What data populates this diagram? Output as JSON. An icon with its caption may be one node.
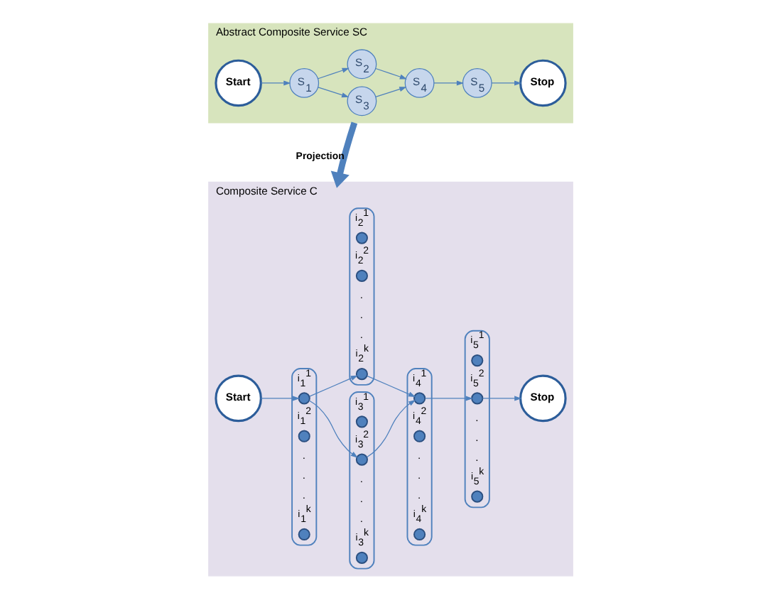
{
  "diagram": {
    "nodes": [
      {
        "text": [
          "Abstract Composite Service SC"
        ]
      },
      {
        "text": [
          "Start"
        ],
        "in": 0
      },
      {
        "text": [
          "S$_{1}$"
        ],
        "in": 0
      },
      {
        "text": [
          "S$_{2}$"
        ],
        "in": 0
      },
      {
        "text": [
          "S$_{3}$"
        ],
        "in": 0
      },
      {
        "text": [
          "S$_{4}$"
        ],
        "in": 0
      },
      {
        "text": [
          "S$_{5}$"
        ],
        "in": 0
      },
      {
        "text": [
          "Stop"
        ],
        "in": 0
      },
      {
        "text": [
          "Composite Service C"
        ]
      },
      {
        "text": [
          "Start"
        ],
        "in": 8
      },
      {
        "text": [],
        "shape": "box",
        "in": 8
      },
      {
        "text": [],
        "shape": "circle",
        "beside": [
          "i$_{1}$$^{1}$"
        ],
        "in": 10
      },
      {
        "text": [],
        "shape": "circle",
        "beside": [
          "i$_{1}$$^{2}$"
        ],
        "in": 10
      },
      {
        "text": [],
        "shape": "circle",
        "beside": [
          "i$_{1}$$^{k}$"
        ],
        "in": 10
      },
      {
        "text": [],
        "shape": "box",
        "in": 8
      },
      {
        "text": [],
        "shape": "circle",
        "beside": [
          "i$_{2}$$^{1}$"
        ],
        "in": 14
      },
      {
        "text": [],
        "shape": "circle",
        "beside": [
          "i$_{2}$$^{2}$"
        ],
        "in": 14
      },
      {
        "text": [],
        "shape": "circle",
        "beside": [
          "i$_{2}$$^{k}$"
        ],
        "in": 14
      },
      {
        "text": [],
        "shape": "box",
        "in": 8
      },
      {
        "text": [],
        "shape": "circle",
        "beside": [
          "i$_{3}$$^{1}$"
        ],
        "in": 18
      },
      {
        "text": [],
        "shape": "circle",
        "beside": [
          "i$_{3}$$^{2}$"
        ],
        "in": 18
      },
      {
        "text": [],
        "shape": "circle",
        "beside": [
          "i$_{3}$$^{k}$"
        ],
        "in": 18
      },
      {
        "text": [],
        "shape": "box",
        "in": 8
      },
      {
        "text": [],
        "shape": "circle",
        "beside": [
          "i$_{4}$$^{1}$"
        ],
        "in": 22
      },
      {
        "text": [],
        "shape": "circle",
        "beside": [
          "i$_{4}$$^{2}$"
        ],
        "in": 22
      },
      {
        "text": [],
        "shape": "circle",
        "beside": [
          "i$_{4}$$^{k}$"
        ],
        "in": 22
      },
      {
        "text": [],
        "shape": "box",
        "in": 8
      },
      {
        "text": [],
        "shape": "circle",
        "beside": [
          "i$_{5}$$^{1}$"
        ],
        "in": 26
      },
      {
        "text": [],
        "shape": "circle",
        "beside": [
          "i$_{5}$$^{2}$"
        ],
        "in": 26
      },
      {
        "text": [],
        "shape": "circle",
        "beside": [
          "i$_{5}$$^{k}$"
        ],
        "in": 26
      },
      {
        "text": [
          "Stop"
        ],
        "in": 8
      }
    ],
    "edges": [
      {
        "from": 1,
        "to": 2,
        "arrow": "to"
      },
      {
        "from": 2,
        "to": 3,
        "arrow": "to"
      },
      {
        "from": 2,
        "to": 4,
        "arrow": "to"
      },
      {
        "from": 3,
        "to": 5,
        "arrow": "to"
      },
      {
        "from": 4,
        "to": 5,
        "arrow": "to"
      },
      {
        "from": 5,
        "to": 6,
        "arrow": "to"
      },
      {
        "from": 6,
        "to": 7,
        "arrow": "to"
      },
      {
        "from": 0,
        "to": 8,
        "arrow": "to",
        "label": "Projection",
        "style": "thick"
      },
      {
        "from": 9,
        "to": 11,
        "arrow": "to"
      },
      {
        "from": 11,
        "to": 17,
        "arrow": "to"
      },
      {
        "from": 11,
        "to": 20,
        "arrow": "to"
      },
      {
        "from": 17,
        "to": 23,
        "arrow": "to"
      },
      {
        "from": 20,
        "to": 23,
        "arrow": "to"
      },
      {
        "from": 23,
        "to": 28,
        "arrow": "to"
      },
      {
        "from": 28,
        "to": 30,
        "arrow": "to"
      }
    ],
    "labels": [
      ".",
      ".",
      ".",
      ".",
      ".",
      ".",
      ".",
      ".",
      ".",
      ".",
      ".",
      ".",
      ".",
      ".",
      "."
    ]
  }
}
